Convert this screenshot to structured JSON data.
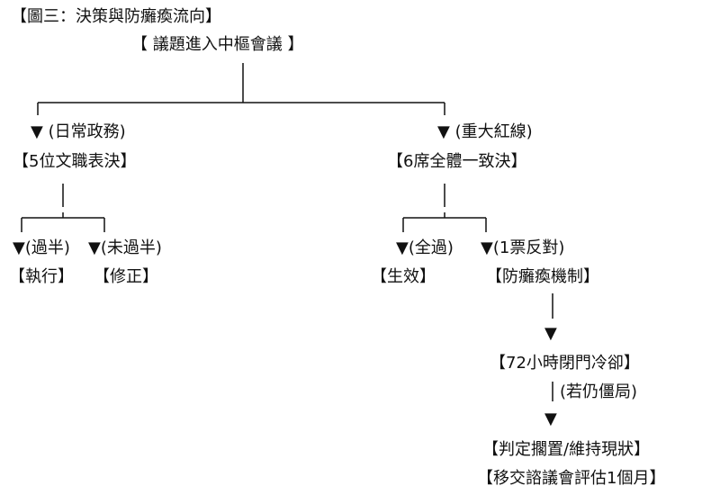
{
  "figure_title": "【圖三：決策與防癱瘓流向】",
  "root": "【 議題進入中樞會議 】",
  "left_branch": {
    "label": "▼ (日常政務)",
    "box": "【5位文職表決】",
    "outcome_a_label": "▼(過半)",
    "outcome_a_box": "【執行】",
    "outcome_b_label": "▼(未過半)",
    "outcome_b_box": "【修正】"
  },
  "right_branch": {
    "label": "▼ (重大紅線)",
    "box": "【6席全體一致決】",
    "outcome_a_label": "▼(全過)",
    "outcome_a_box": "【生效】",
    "outcome_b_label": "▼(1票反對)",
    "outcome_b_box": "【防癱瘓機制】",
    "step1_arrow": "▼",
    "step1_box": "【72小時閉門冷卻】",
    "step2_label": "(若仍僵局)",
    "step2_arrow": "▼",
    "step2_box": "【判定擱置/維持現狀】",
    "step3_box": "【移交諮議會評估1個月】"
  }
}
